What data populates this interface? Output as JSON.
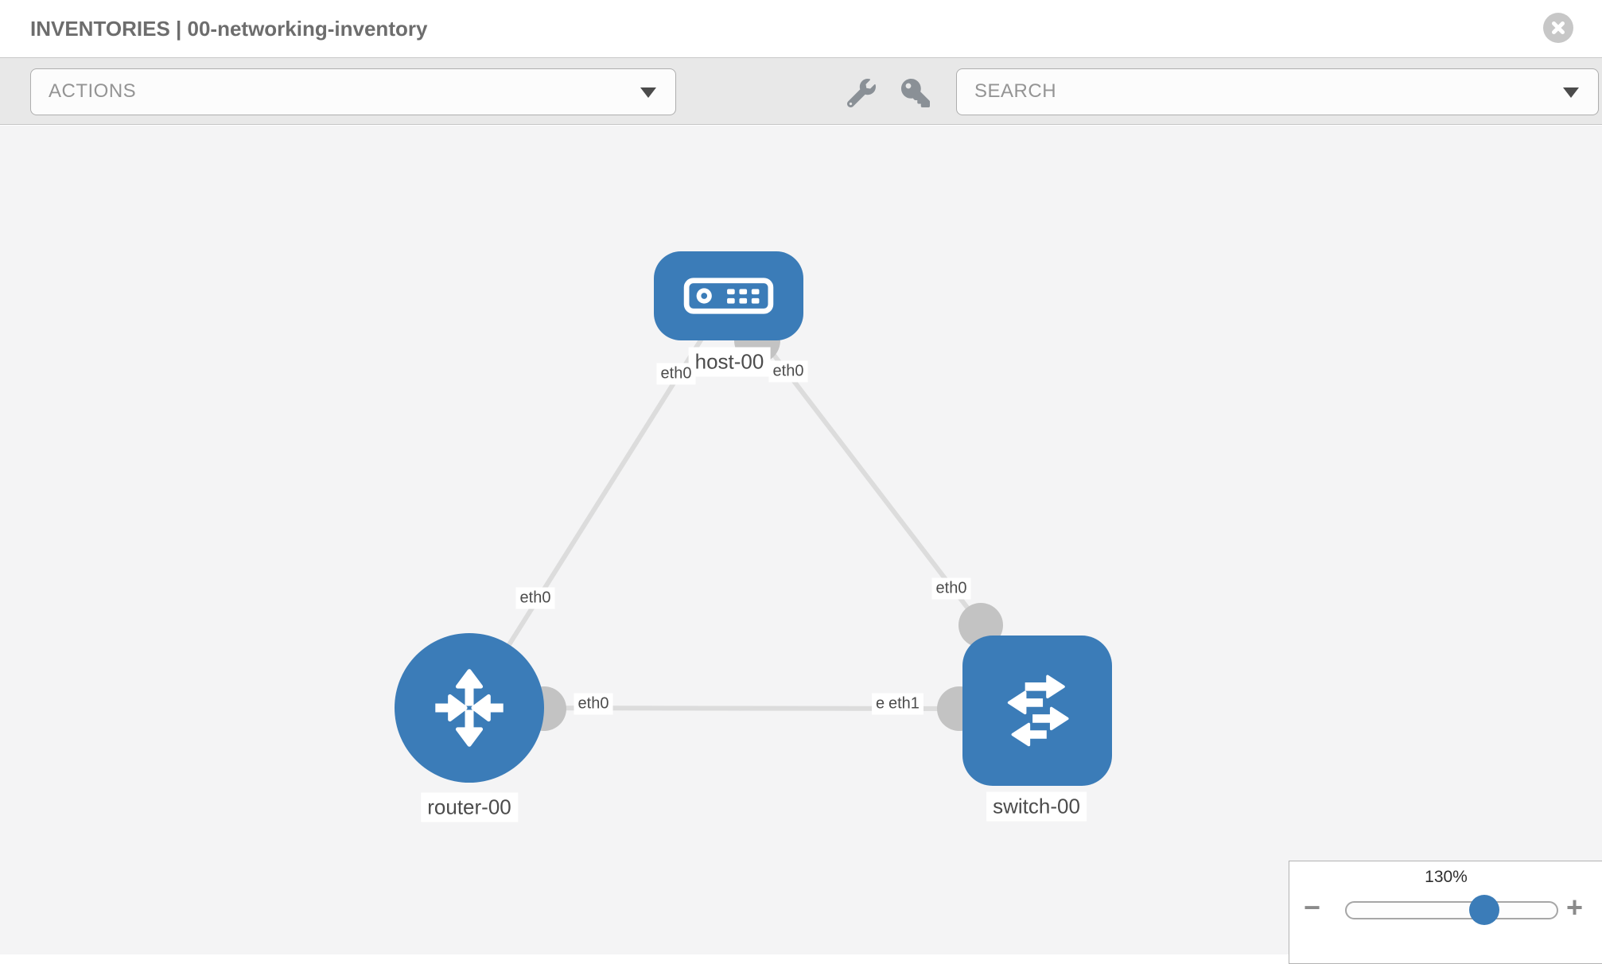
{
  "header": {
    "title": "INVENTORIES | 00-networking-inventory"
  },
  "toolbar": {
    "actions_label": "ACTIONS",
    "search_label": "SEARCH",
    "icons": [
      "wrench-icon",
      "key-icon"
    ]
  },
  "topology": {
    "nodes": [
      {
        "label": "host-00",
        "type": "host"
      },
      {
        "label": "router-00",
        "type": "router"
      },
      {
        "label": "switch-00",
        "type": "switch"
      }
    ],
    "links": [
      {
        "from": "host-00",
        "to": "router-00"
      },
      {
        "from": "host-00",
        "to": "switch-00"
      },
      {
        "from": "router-00",
        "to": "switch-00"
      }
    ],
    "interface_labels": {
      "host_left": "eth0",
      "host_right": "eth0",
      "router_uplink": "eth0",
      "switch_uplink": "eth0",
      "router_right": "eth0",
      "switch_left_hidden": "eth0",
      "switch_left": "eth1"
    }
  },
  "zoom_control": {
    "level": "130%",
    "minus_label": "−",
    "plus_label": "+"
  },
  "colors": {
    "node_blue": "#3b7cb8",
    "link_gray": "#dcdcdc",
    "port_gray": "#c3c3c3",
    "canvas_bg": "#f4f4f5",
    "toolbar_bg": "#e8e8e8"
  }
}
